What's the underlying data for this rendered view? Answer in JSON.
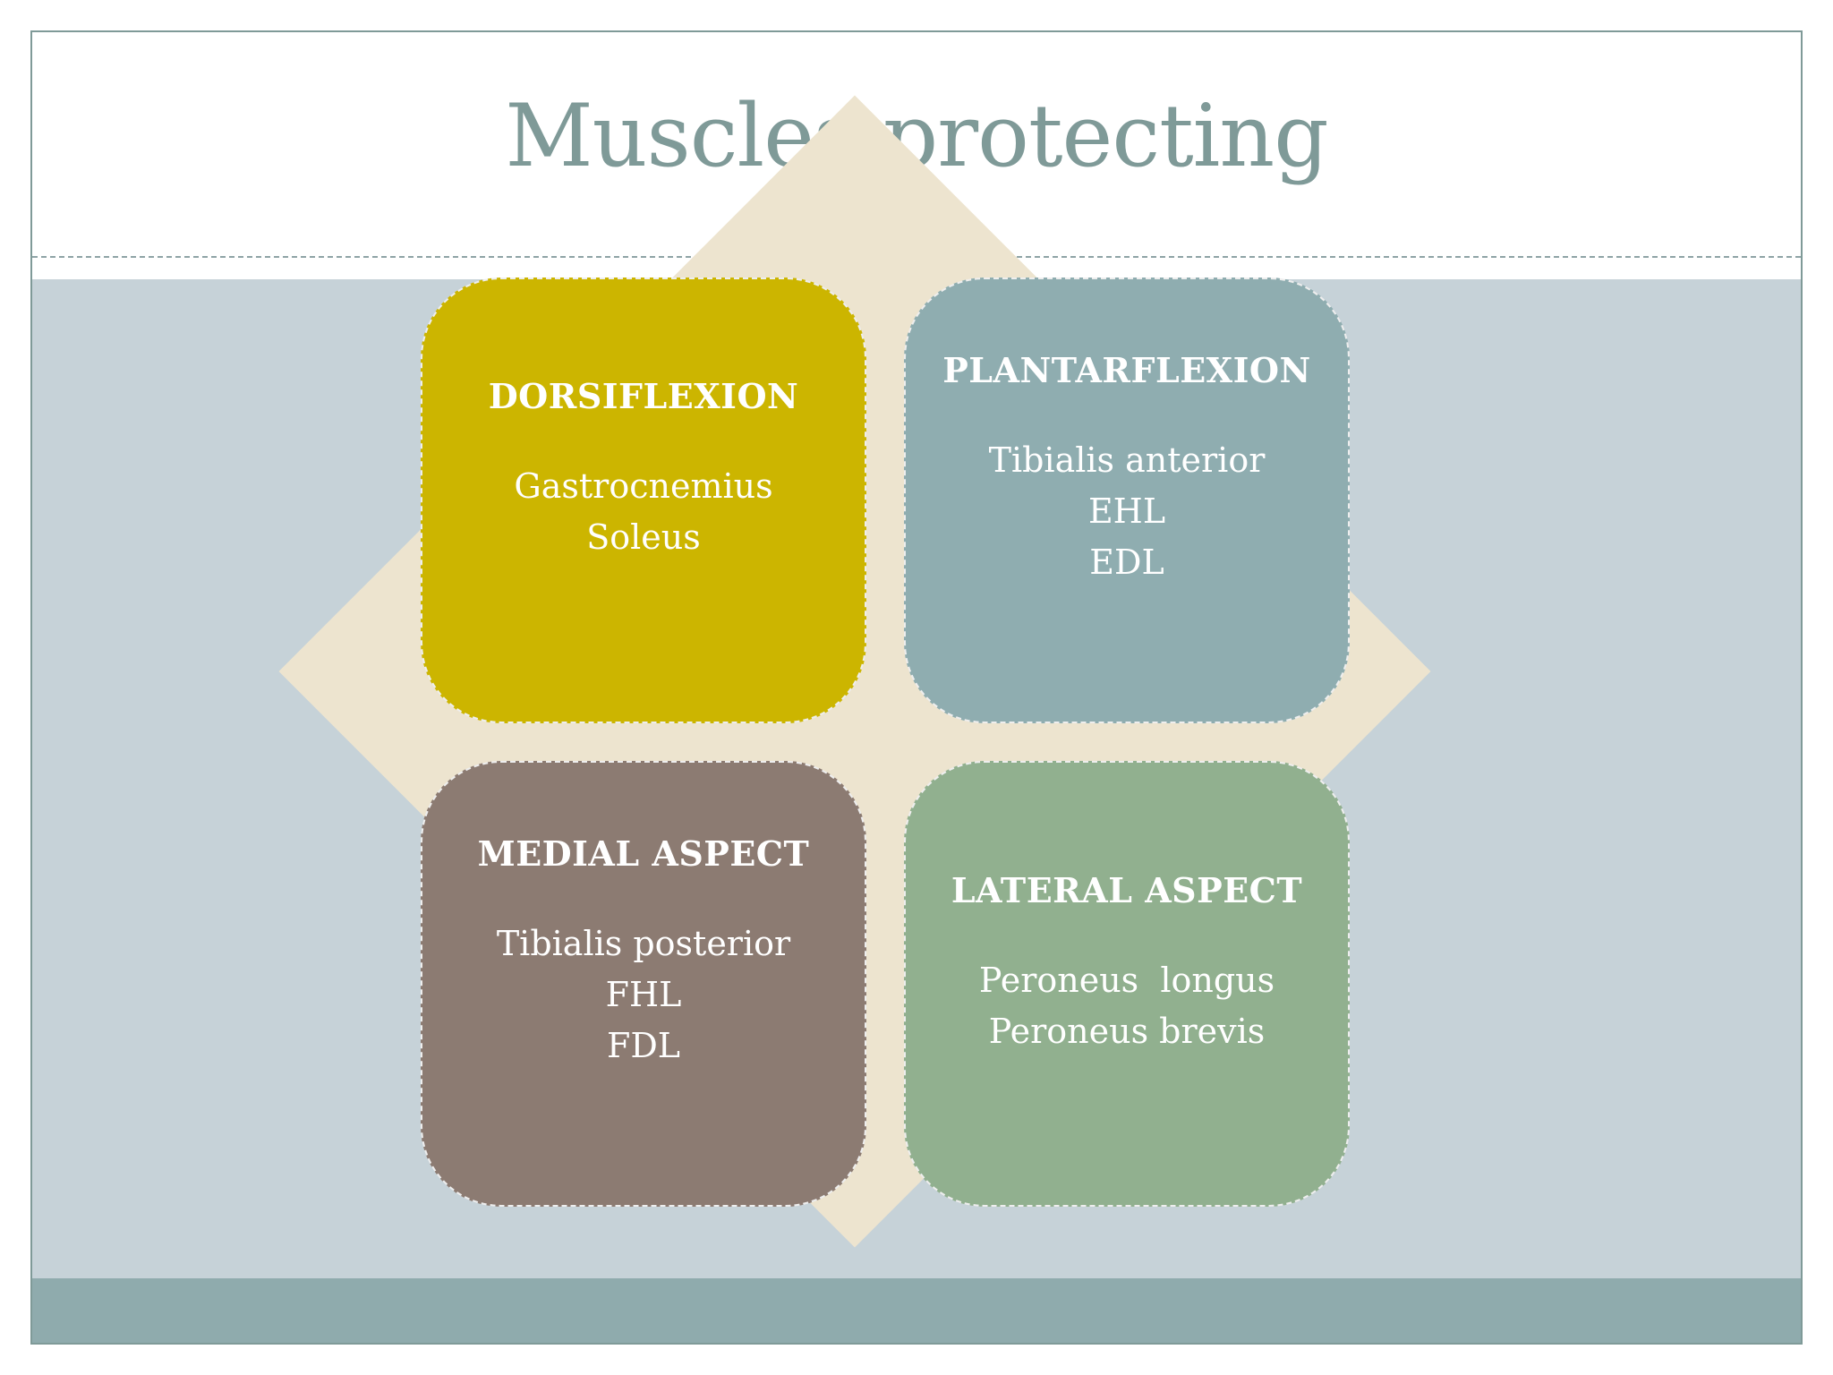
{
  "slide": {
    "title": "Muscles protecting"
  },
  "quadrants": {
    "top_left": {
      "title": "DORSIFLEXION",
      "items": [
        "Gastrocnemius",
        "Soleus"
      ]
    },
    "top_right": {
      "title": "PLANTARFLEXION",
      "items": [
        "Tibialis anterior",
        "EHL",
        "EDL"
      ]
    },
    "bottom_left": {
      "title": "MEDIAL ASPECT",
      "items": [
        "Tibialis posterior",
        "FHL",
        "FDL"
      ]
    },
    "bottom_right": {
      "title": "LATERAL ASPECT",
      "items": [
        "Peroneus  longus",
        "Peroneus brevis"
      ]
    }
  },
  "colors": {
    "title": "#7f9a98",
    "band": "#c6d2d8",
    "footer": "#8fabad",
    "diamond": "#ede4cf",
    "dorsiflexion": "#ccb500",
    "plantarflexion": "#8fadb0",
    "medial": "#8c7b72",
    "lateral": "#91b08f"
  }
}
